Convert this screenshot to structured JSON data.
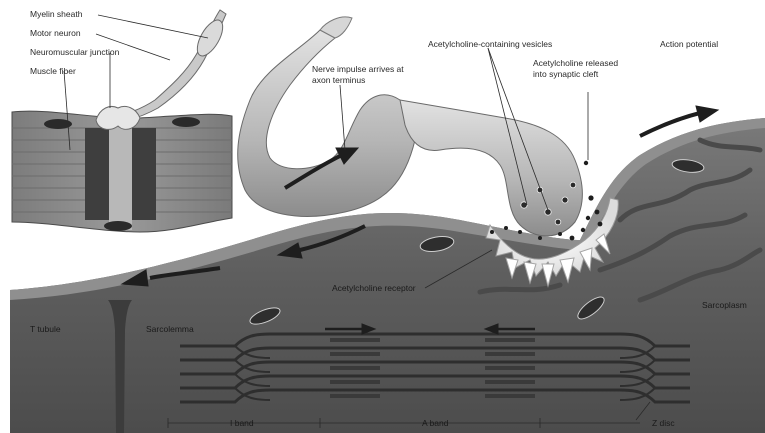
{
  "labels": {
    "myelin_sheath": "Myelin sheath",
    "motor_neuron": "Motor neuron",
    "neuromuscular_junction": "Neuromuscular junction",
    "muscle_fiber": "Muscle fiber",
    "nerve_impulse_line1": "Nerve impulse arrives at",
    "nerve_impulse_line2": "axon terminus",
    "ach_vesicles": "Acetylcholine-containing vesicles",
    "ach_released_line1": "Acetylcholine released",
    "ach_released_line2": "into synaptic cleft",
    "action_potential": "Action potential",
    "ach_receptor": "Acetylcholine receptor",
    "t_tubule": "T tubule",
    "sarcolemma": "Sarcolemma",
    "sarcoplasm": "Sarcoplasm",
    "i_band": "I band",
    "a_band": "A band",
    "z_disc": "Z disc"
  },
  "colors": {
    "muscle_dark": "#5a5a5a",
    "muscle_mid": "#8a8a8a",
    "nerve_light": "#c8c8c8",
    "background": "#ffffff"
  }
}
